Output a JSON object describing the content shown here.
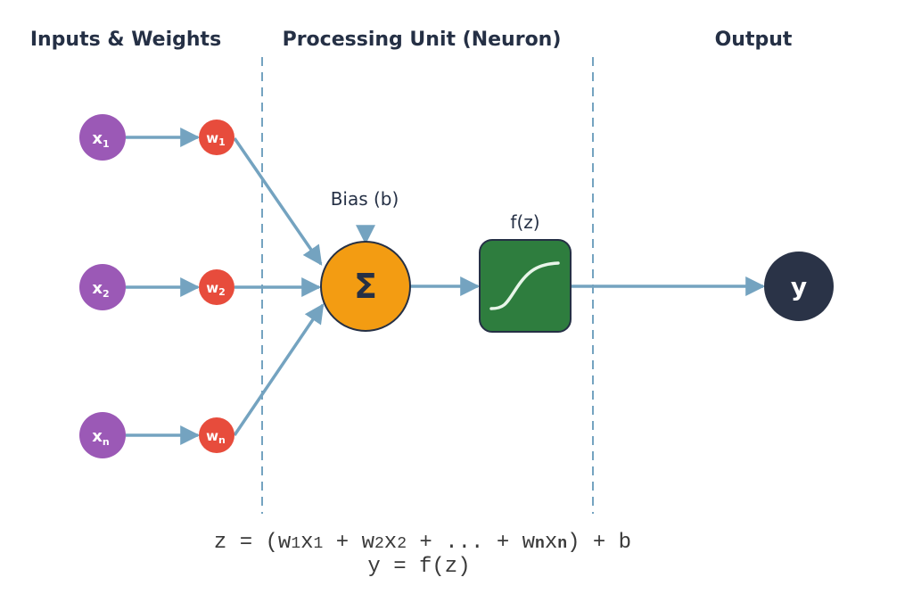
{
  "sections": {
    "inputs_title": "Inputs & Weights",
    "processing_title": "Processing Unit (Neuron)",
    "output_title": "Output"
  },
  "inputs": [
    {
      "symbol": "x",
      "subscript": "1"
    },
    {
      "symbol": "x",
      "subscript": "2"
    },
    {
      "symbol": "x",
      "subscript": "n"
    }
  ],
  "weights": [
    {
      "symbol": "w",
      "subscript": "1"
    },
    {
      "symbol": "w",
      "subscript": "2"
    },
    {
      "symbol": "w",
      "subscript": "n"
    }
  ],
  "neuron": {
    "bias_label": "Bias (b)",
    "sum_symbol": "Σ",
    "activation_label": "f(z)"
  },
  "output": {
    "symbol": "y"
  },
  "formulas": {
    "line1": "z = (w1x1 + w2x2 + ... + wnxn) + b",
    "line2": "y = f(z)"
  },
  "colors": {
    "input_node": "#9b59b6",
    "weight_node": "#e74c3c",
    "sum_node": "#f39c12",
    "activation_node": "#2e7d3e",
    "output_node": "#2a3347",
    "connector": "#74a3c0",
    "text_dark": "#253045"
  }
}
